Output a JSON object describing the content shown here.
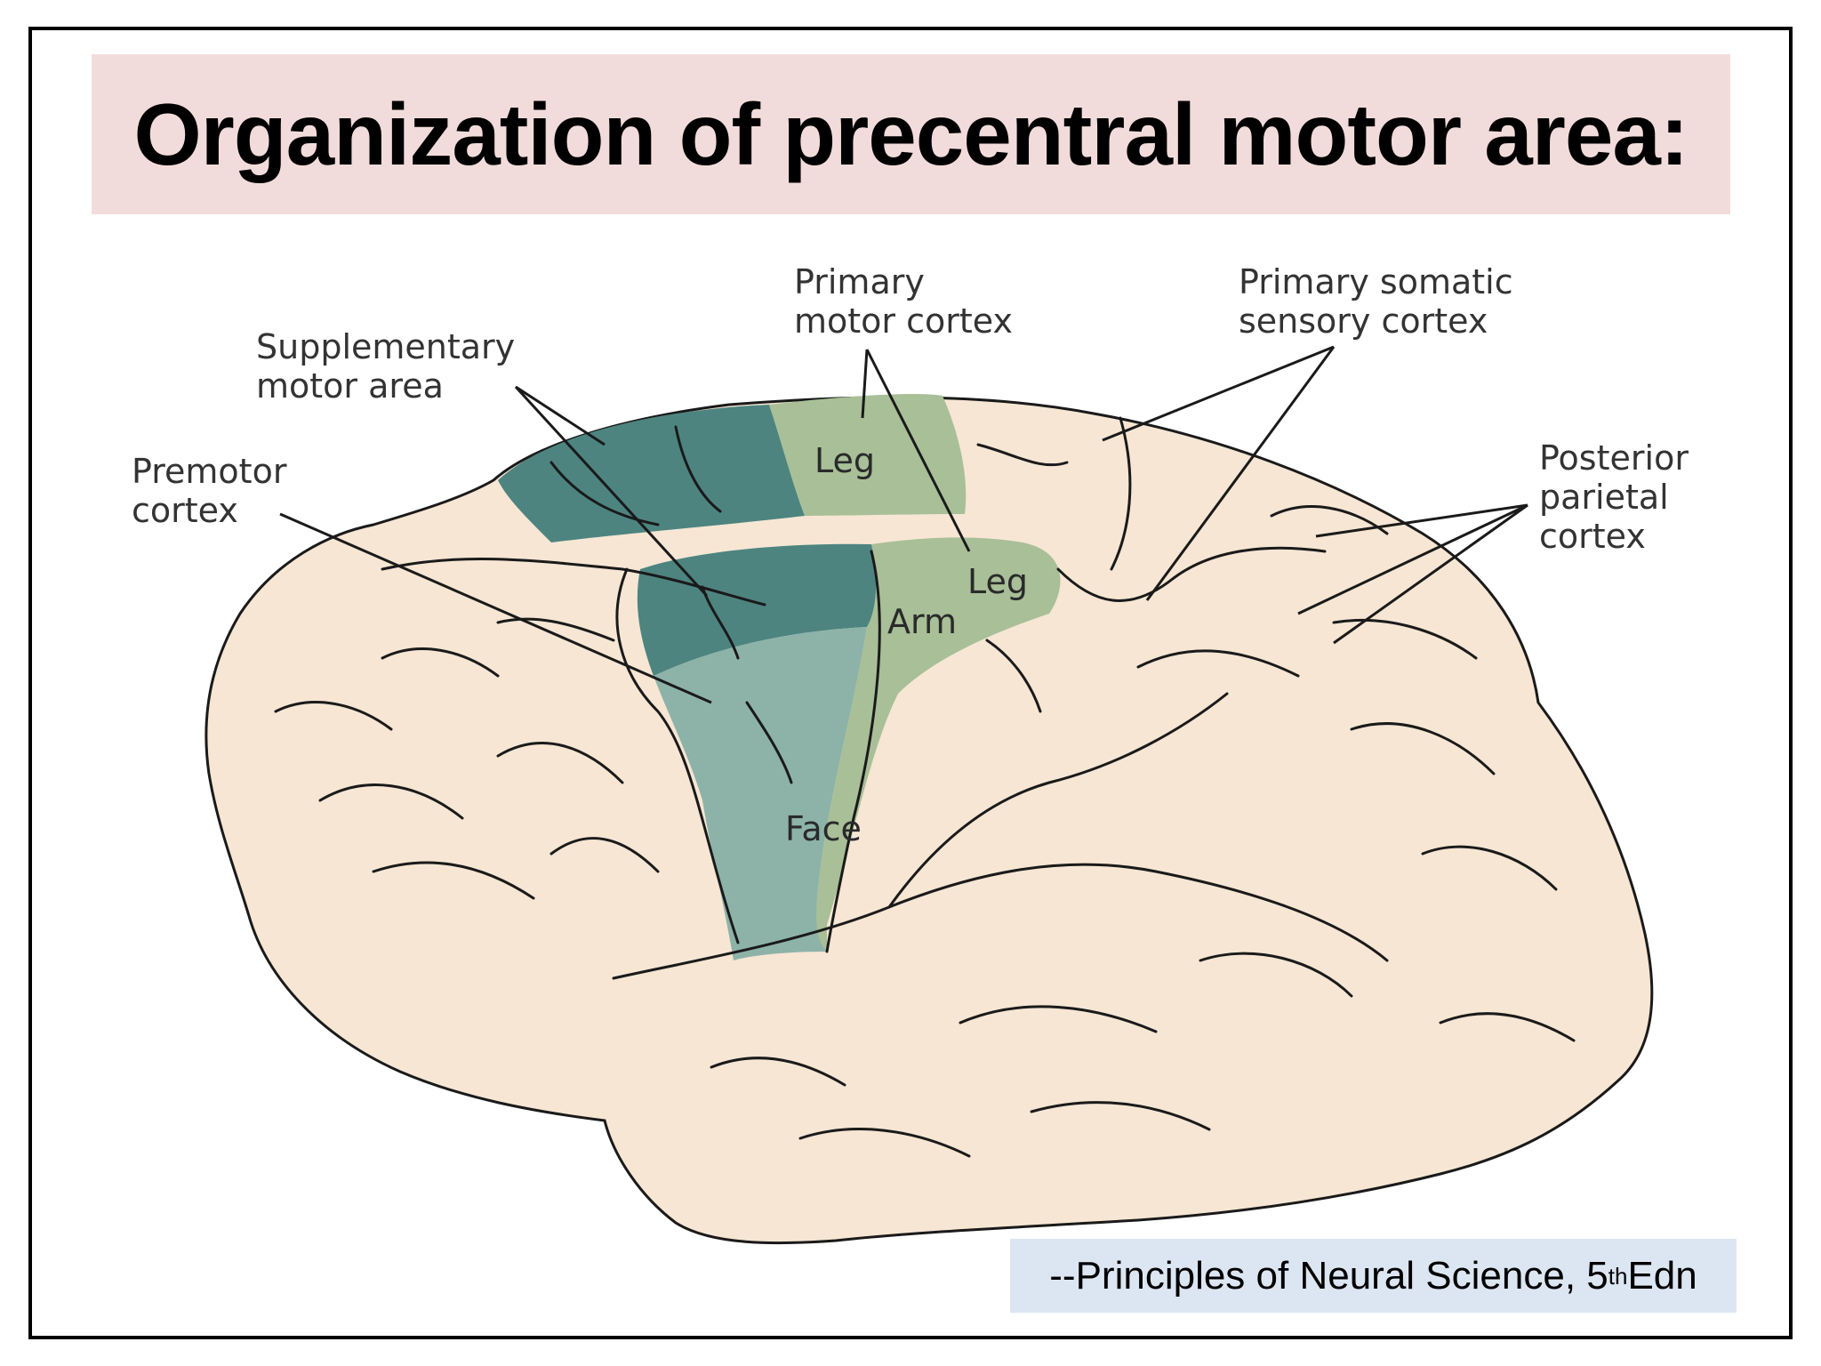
{
  "title": "Organization of precentral motor area:",
  "labels": {
    "primary_motor_cortex": [
      "Primary",
      "motor cortex"
    ],
    "primary_somatic_sensory_cortex": [
      "Primary somatic",
      "sensory cortex"
    ],
    "supplementary_motor_area": [
      "Supplementary",
      "motor area"
    ],
    "premotor_cortex": [
      "Premotor",
      "cortex"
    ],
    "posterior_parietal_cortex": [
      "Posterior",
      "parietal",
      "cortex"
    ]
  },
  "regions": {
    "leg_medial": "Leg",
    "leg_lateral": "Leg",
    "arm": "Arm",
    "face": "Face"
  },
  "citation": {
    "prefix": "--Principles of Neural Science, 5",
    "superscript": "th",
    "suffix": " Edn"
  },
  "colors": {
    "brain_fill": "#f6e6d3",
    "supplementary_dark_teal": "#4d8480",
    "premotor_teal": "#8db3a8",
    "primary_motor_green": "#a8bf98",
    "title_bg": "#f2dcdb",
    "citation_bg": "#dce6f2"
  }
}
